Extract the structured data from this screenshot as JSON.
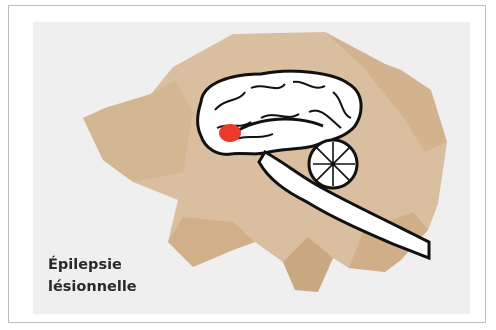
{
  "caption": {
    "line1": "Épilepsie",
    "line2": "lésionnelle"
  },
  "colors": {
    "background": "#efefef",
    "head_skin": "#d9bf9f",
    "head_skin_shade": "#c8a57d",
    "brain_fill": "#ffffff",
    "brain_outline": "#111111",
    "lesion": "#ee3a2c"
  },
  "illustration": {
    "subject": "dog-head-sagittal-brain",
    "highlight": "lesion-red-spot"
  }
}
